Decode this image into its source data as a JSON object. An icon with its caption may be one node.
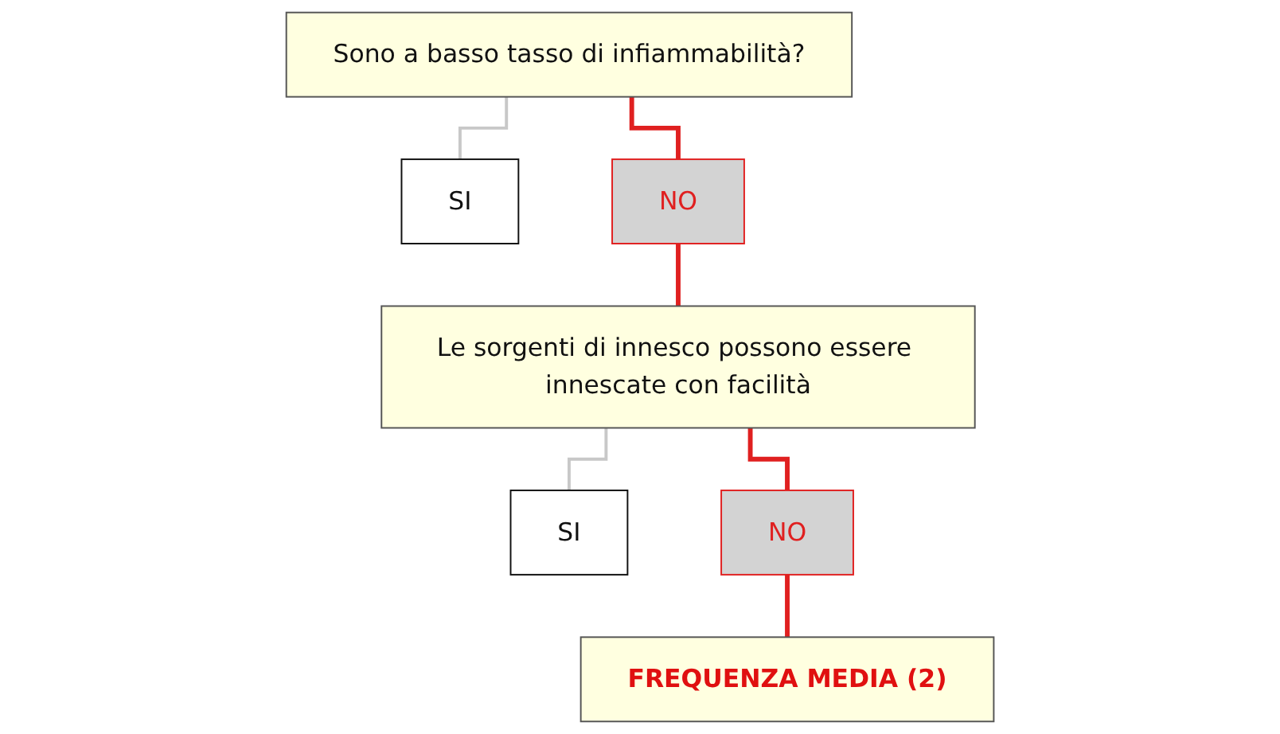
{
  "diagram": {
    "nodes": [
      {
        "text": [
          "Sono a basso tasso di infiammabilità?"
        ]
      },
      {
        "text": [
          "SI"
        ]
      },
      {
        "text": [
          "NO"
        ]
      },
      {
        "text": [
          "Le sorgenti di innesco possono essere innescate con facilità"
        ]
      },
      {
        "text": [
          "SI"
        ]
      },
      {
        "text": [
          "NO"
        ]
      },
      {
        "text": [
          "FREQUENZA MEDIA (2)"
        ]
      }
    ],
    "edges": [
      {
        "from": 0,
        "to": 1,
        "arrow": "none",
        "color": "#c8c8c8"
      },
      {
        "from": 0,
        "to": 2,
        "arrow": "none"
      },
      {
        "from": 2,
        "to": 3,
        "arrow": "none"
      },
      {
        "from": 3,
        "to": 4,
        "arrow": "none",
        "color": "#c8c8c8"
      },
      {
        "from": 3,
        "to": 5,
        "arrow": "none"
      },
      {
        "from": 5,
        "to": 6,
        "arrow": "none"
      }
    ]
  }
}
